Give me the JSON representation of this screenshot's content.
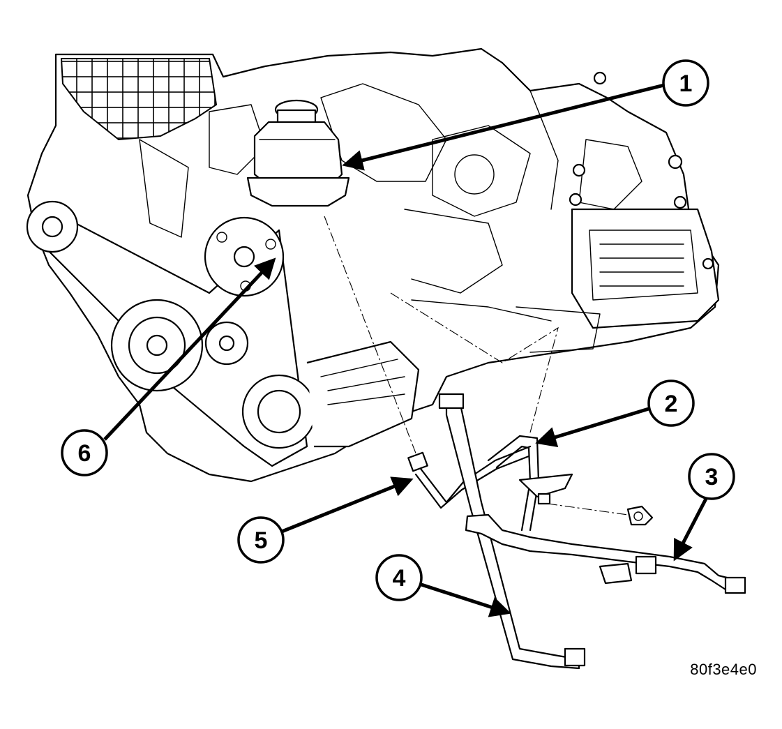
{
  "callouts": [
    {
      "number": "1"
    },
    {
      "number": "2"
    },
    {
      "number": "3"
    },
    {
      "number": "4"
    },
    {
      "number": "5"
    },
    {
      "number": "6"
    }
  ],
  "figure_id": "80f3e4e0"
}
